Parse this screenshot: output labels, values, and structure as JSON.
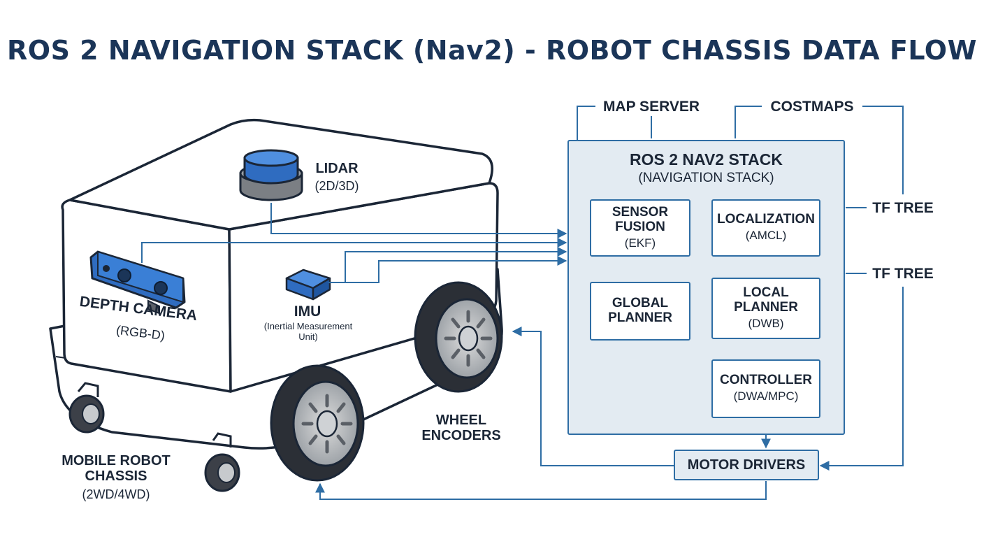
{
  "title": "ROS 2 NAVIGATION STACK (Nav2) - ROBOT CHASSIS DATA FLOW",
  "robot": {
    "lidar": {
      "label": "LIDAR",
      "sub": "(2D/3D)"
    },
    "depth_camera": {
      "label": "DEPTH CAMERA",
      "sub": "(RGB-D)"
    },
    "imu": {
      "label": "IMU",
      "sub_line1": "(Inertial Measurement",
      "sub_line2": "Unit)"
    },
    "wheel_encoders": {
      "line1": "WHEEL",
      "line2": "ENCODERS"
    },
    "chassis": {
      "line1": "MOBILE ROBOT",
      "line2": "CHASSIS",
      "sub": "(2WD/4WD)"
    }
  },
  "external": {
    "map_server": "MAP SERVER",
    "costmaps": "COSTMAPS",
    "tf_tree_1": "TF TREE",
    "tf_tree_2": "TF TREE"
  },
  "stack": {
    "title": "ROS 2 NAV2 STACK",
    "subtitle": "(NAVIGATION STACK)",
    "sensor_fusion": {
      "line1": "SENSOR",
      "line2": "FUSION",
      "sub": "(EKF)"
    },
    "localization": {
      "label": "LOCALIZATION",
      "sub": "(AMCL)"
    },
    "global_planner": {
      "line1": "GLOBAL",
      "line2": "PLANNER"
    },
    "local_planner": {
      "line1": "LOCAL",
      "line2": "PLANNER",
      "sub": "(DWB)"
    },
    "controller": {
      "label": "CONTROLLER",
      "sub": "(DWA/MPC)"
    }
  },
  "motor_drivers": "MOTOR DRIVERS",
  "colors": {
    "title": "#1b3558",
    "line": "#2e6da4",
    "panel": "#e3ebf2",
    "accent": "#2f6cc0",
    "text": "#1b2636"
  }
}
